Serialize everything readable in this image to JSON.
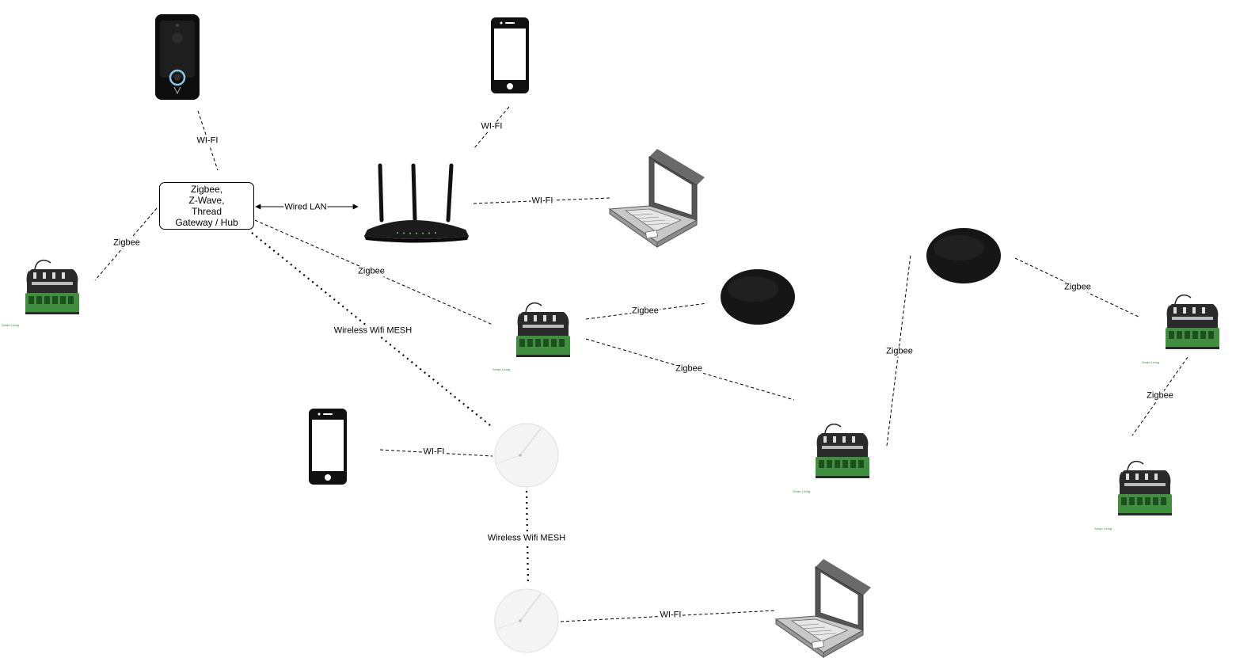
{
  "hub": {
    "lines": [
      "Zigbee,",
      "Z-Wave,",
      "Thread",
      "Gateway / Hub"
    ]
  },
  "edge_labels": {
    "doorbell_hub": "WI-FI",
    "phone_router": "WI-FI",
    "hub_router": "Wired LAN",
    "router_laptop": "WI-FI",
    "hub_module_left": "Zigbee",
    "hub_module_center": "Zigbee",
    "hub_mesh": "Wireless Wifi MESH",
    "module_button": "Zigbee",
    "module_module": "Zigbee",
    "module_button_right": "Zigbee",
    "button_module_right": "Zigbee",
    "module_module_right": "Zigbee",
    "phone_mesh": "WI-FI",
    "mesh_mesh": "Wireless Wifi MESH",
    "mesh_laptop": "WI-FI"
  },
  "module_brand": "Smart Living",
  "colors": {
    "terminal_green": "#3f8f3f",
    "device_dark": "#111111",
    "mesh_white": "#f4f4f4",
    "laptop_gray": "#c8c8c8"
  }
}
